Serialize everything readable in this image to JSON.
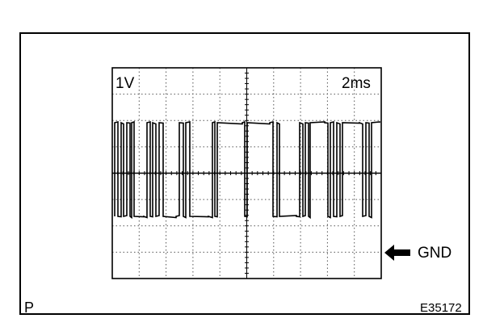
{
  "scope": {
    "volts_per_div": "1V",
    "time_per_div": "2ms",
    "ground_label": "GND"
  },
  "corner_label": "P",
  "figure_code": "E35172",
  "colors": {
    "ink": "#000000",
    "grid": "#555555",
    "background": "#ffffff"
  },
  "icons": {
    "ground_marker": "arrow-left-icon"
  }
}
